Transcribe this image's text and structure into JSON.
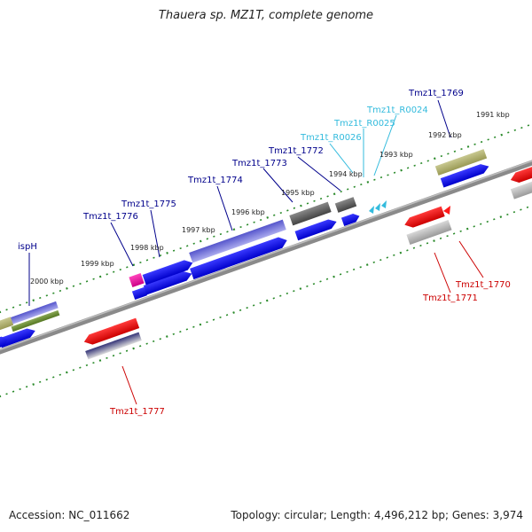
{
  "title": "Thauera sp. MZ1T, complete genome",
  "accession": "Accession: NC_011662",
  "stats": "Topology: circular; Length: 4,496,212 bp; Genes: 3,974",
  "colors": {
    "forward_label": "#00008b",
    "reverse_label": "#cc0000",
    "rna_label": "#33bbdd",
    "cds_forward": "#1a1aff",
    "cds_reverse": "#ff1a1a",
    "pseudo": "#777777",
    "tick_green": "#2a8a2a",
    "backbone": "#8a8a8a"
  },
  "kbp_labels": [
    "2000 kbp",
    "1999 kbp",
    "1998 kbp",
    "1997 kbp",
    "1996 kbp",
    "1995 kbp",
    "1994 kbp",
    "1993 kbp",
    "1992 kbp",
    "1991 kbp"
  ],
  "gene_labels": [
    {
      "text": "ispH",
      "strand": "forward"
    },
    {
      "text": "Tmz1t_1776",
      "strand": "forward"
    },
    {
      "text": "Tmz1t_1775",
      "strand": "forward"
    },
    {
      "text": "Tmz1t_1774",
      "strand": "forward"
    },
    {
      "text": "Tmz1t_1773",
      "strand": "forward"
    },
    {
      "text": "Tmz1t_1772",
      "strand": "forward"
    },
    {
      "text": "Tmz1t_R0026",
      "strand": "rna"
    },
    {
      "text": "Tmz1t_R0025",
      "strand": "rna"
    },
    {
      "text": "Tmz1t_R0024",
      "strand": "rna"
    },
    {
      "text": "Tmz1t_1769",
      "strand": "forward"
    },
    {
      "text": "Tmz1t_1770",
      "strand": "reverse"
    },
    {
      "text": "Tmz1t_1771",
      "strand": "reverse"
    },
    {
      "text": "Tmz1t_1777",
      "strand": "reverse"
    }
  ]
}
